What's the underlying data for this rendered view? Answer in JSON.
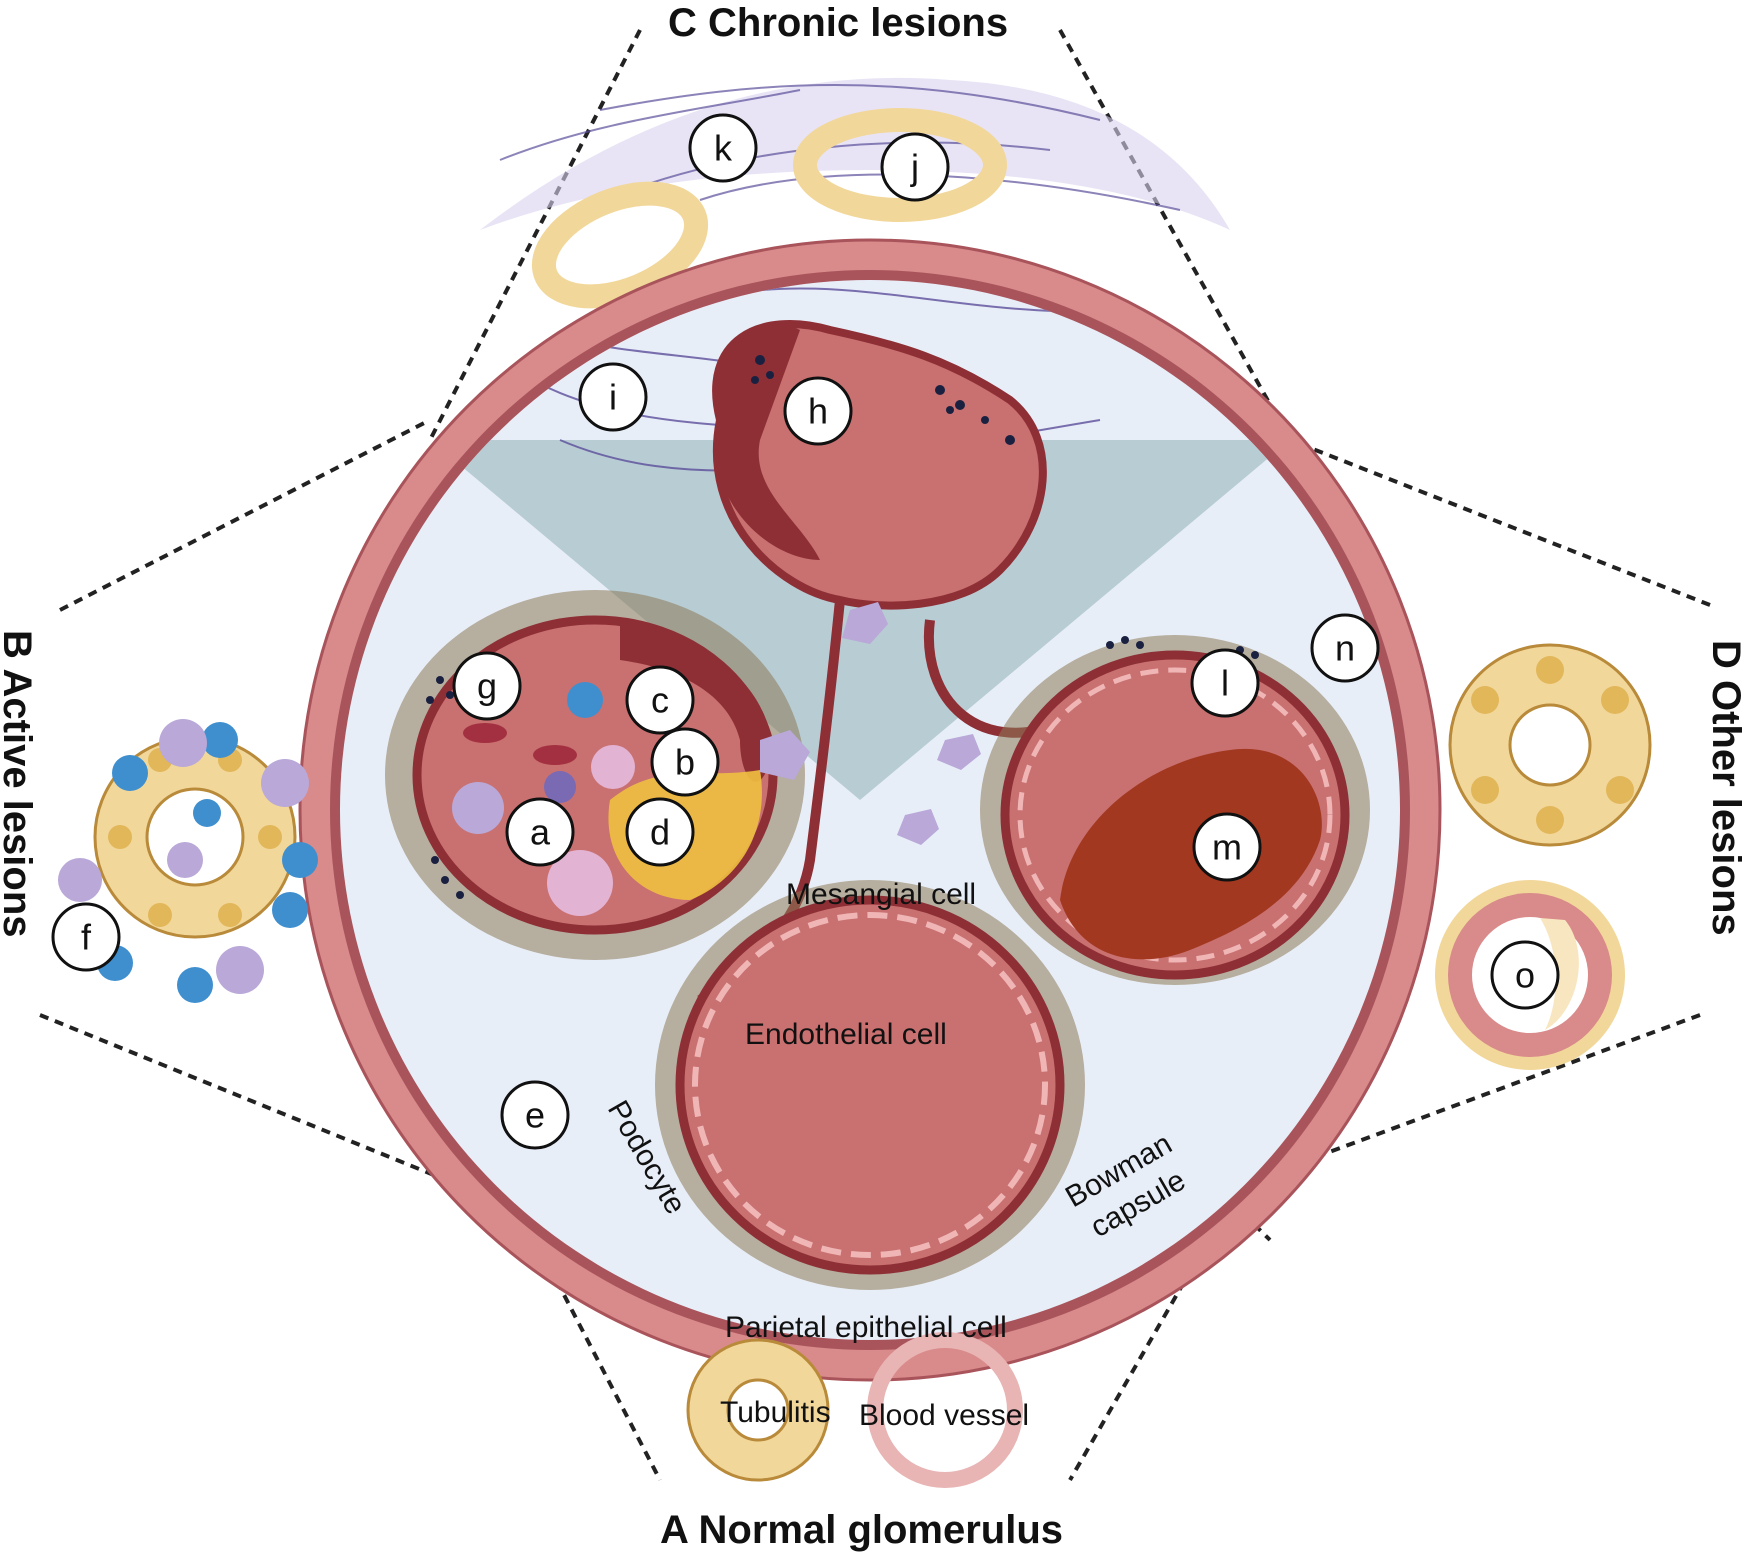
{
  "sections": {
    "a": "A  Normal glomerulus",
    "b": "B  Active  lesions",
    "c": "C  Chronic lesions",
    "d": "D  Other  lesions"
  },
  "structures": {
    "mesangial_cell": "Mesangial cell",
    "endothelial_cell": "Endothelial cell",
    "podocyte": "Podocyte",
    "bowman_capsule_line1": "Bowman",
    "bowman_capsule_line2": "capsule",
    "parietal_epithelial_cell": "Parietal epithelial cell",
    "tubulitis": "Tubulitis",
    "blood_vessel": "Blood vessel"
  },
  "markers": [
    "a",
    "b",
    "c",
    "d",
    "e",
    "f",
    "g",
    "h",
    "i",
    "j",
    "k",
    "l",
    "m",
    "n",
    "o"
  ],
  "colors": {
    "capillary": "#c97070",
    "capillary_dark": "#8e2f36",
    "bowman_space": "#e8eef8",
    "capsule_cell": "#d98a8a",
    "fibrosis": "#b8ccd4",
    "collagen": "#5b4e9a",
    "podocyte": "#8c7a55",
    "tubule_cell": "#f2d79a",
    "tubule_nucleus": "#e2b75a",
    "lymphocyte": "#3f8fcf",
    "macrophage": "#b9a8d8",
    "fibrin": "#f0c040",
    "thrombus": "#a33820"
  }
}
